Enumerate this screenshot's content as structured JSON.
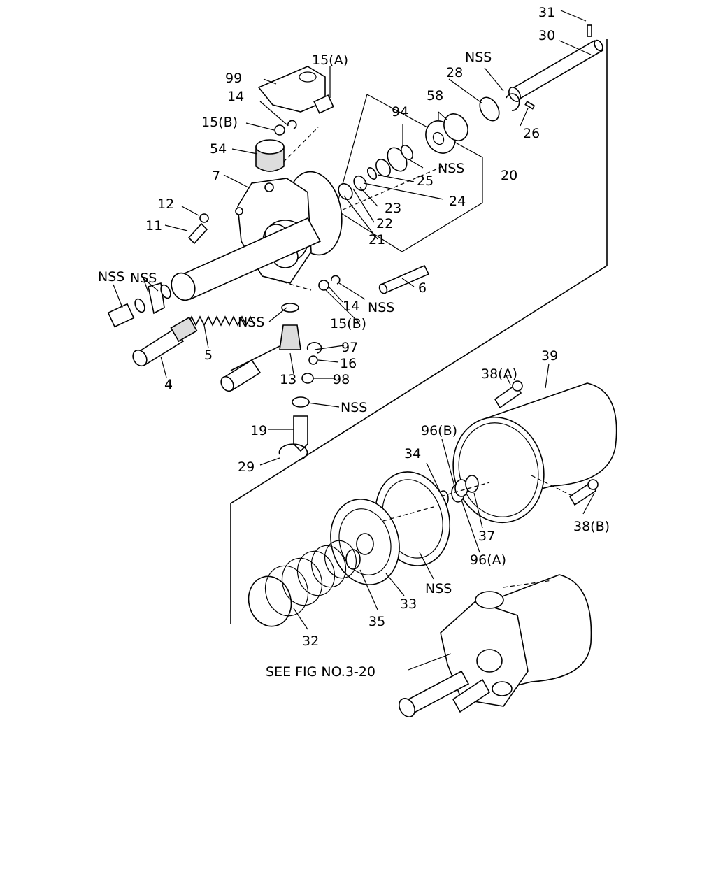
{
  "labels": {
    "l31": "31",
    "l30": "30",
    "l15a": "15(A)",
    "l99": "99",
    "l14a": "14",
    "l15b1": "15(B)",
    "l54": "54",
    "l7": "7",
    "l12": "12",
    "l11": "11",
    "lnss1": "NSS",
    "lnss2": "NSS",
    "lnss3": "NSS",
    "lnss4": "NSS",
    "lnss5": "NSS",
    "lnss6": "NSS",
    "lnss7": "NSS",
    "lnss8": "NSS",
    "l28": "28",
    "l58": "58",
    "l94": "94",
    "l26": "26",
    "l20": "20",
    "l25": "25",
    "l24": "24",
    "l23": "23",
    "l22": "22",
    "l21": "21",
    "l6": "6",
    "l14b": "14",
    "l15b2": "15(B)",
    "l97": "97",
    "l16": "16",
    "l98": "98",
    "l13": "13",
    "l5": "5",
    "l4": "4",
    "l19": "19",
    "l29": "29",
    "l38a": "38(A)",
    "l39": "39",
    "l96b": "96(B)",
    "l34": "34",
    "l37": "37",
    "l96a": "96(A)",
    "l38b": "38(B)",
    "l33": "33",
    "l35": "35",
    "l32": "32",
    "seefig": "SEE FIG NO.3-20"
  }
}
